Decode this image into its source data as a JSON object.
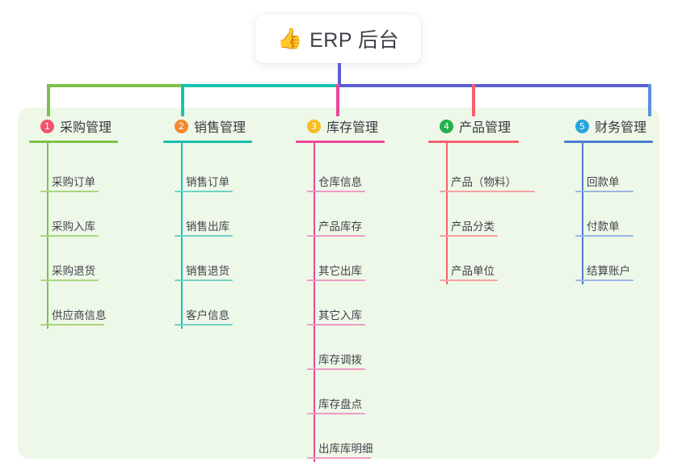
{
  "root": {
    "emoji": "👍",
    "emoji_name": "thumbs-up-emoji",
    "title": "ERP 后台"
  },
  "theme": {
    "page_background": "#ffffff",
    "panel_background": "#eef8e8",
    "card_background": "#ffffff",
    "text_color": "#35393f",
    "connector_green": "#7cc24a",
    "connector_teal": "#18c2ad",
    "connector_purple": "#5b5fd6",
    "connector_pink": "#ec4899",
    "connector_red": "#f4606c",
    "connector_blue": "#5b8fe0"
  },
  "columns": [
    {
      "number": "1",
      "title": "采购管理",
      "badge_color": "#f2546d",
      "line_color": "#7cc24a",
      "leaf_line_color": "#a9d67f",
      "items": [
        "采购订单",
        "采购入库",
        "采购退货",
        "供应商信息"
      ]
    },
    {
      "number": "2",
      "title": "销售管理",
      "badge_color": "#f08a32",
      "line_color": "#18c2ad",
      "leaf_line_color": "#6fd3c6",
      "items": [
        "销售订单",
        "销售出库",
        "销售退货",
        "客户信息"
      ]
    },
    {
      "number": "3",
      "title": "库存管理",
      "badge_color": "#f5be25",
      "line_color": "#ec4899",
      "leaf_line_color": "#f09bc4",
      "items": [
        "仓库信息",
        "产品库存",
        "其它出库",
        "其它入库",
        "库存调拨",
        "库存盘点",
        "出库库明细"
      ]
    },
    {
      "number": "4",
      "title": "产品管理",
      "badge_color": "#22b14c",
      "line_color": "#f4606c",
      "leaf_line_color": "#f7a0a4",
      "items": [
        "产品（物料）",
        "产品分类",
        "产品单位"
      ]
    },
    {
      "number": "5",
      "title": "财务管理",
      "badge_color": "#27a5e0",
      "line_color": "#4a7fd0",
      "leaf_line_color": "#9cb6e4",
      "items": [
        "回款单",
        "付款单",
        "结算账户"
      ]
    }
  ]
}
